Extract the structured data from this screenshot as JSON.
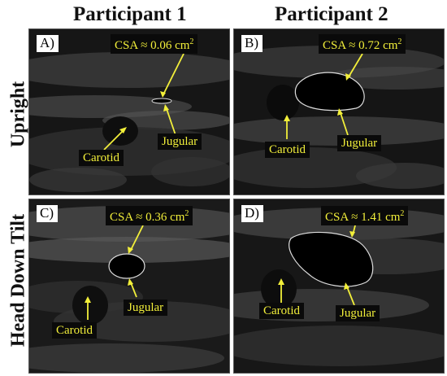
{
  "columns": [
    "Participant 1",
    "Participant 2"
  ],
  "rows": [
    "Upright",
    "Head Down Tilt"
  ],
  "panels": [
    {
      "label": "A)",
      "csa": "CSA ≈ 0.06 cm",
      "vessels": [
        "Carotid",
        "Jugular"
      ]
    },
    {
      "label": "B)",
      "csa": "CSA ≈ 0.72 cm",
      "vessels": [
        "Carotid",
        "Jugular"
      ]
    },
    {
      "label": "C)",
      "csa": "CSA ≈ 0.36 cm",
      "vessels": [
        "Carotid",
        "Jugular"
      ]
    },
    {
      "label": "D)",
      "csa": "CSA ≈ 1.41 cm",
      "vessels": [
        "Carotid",
        "Jugular"
      ]
    }
  ],
  "unit_exponent": "2",
  "annotation_color": "#f2ef3a"
}
